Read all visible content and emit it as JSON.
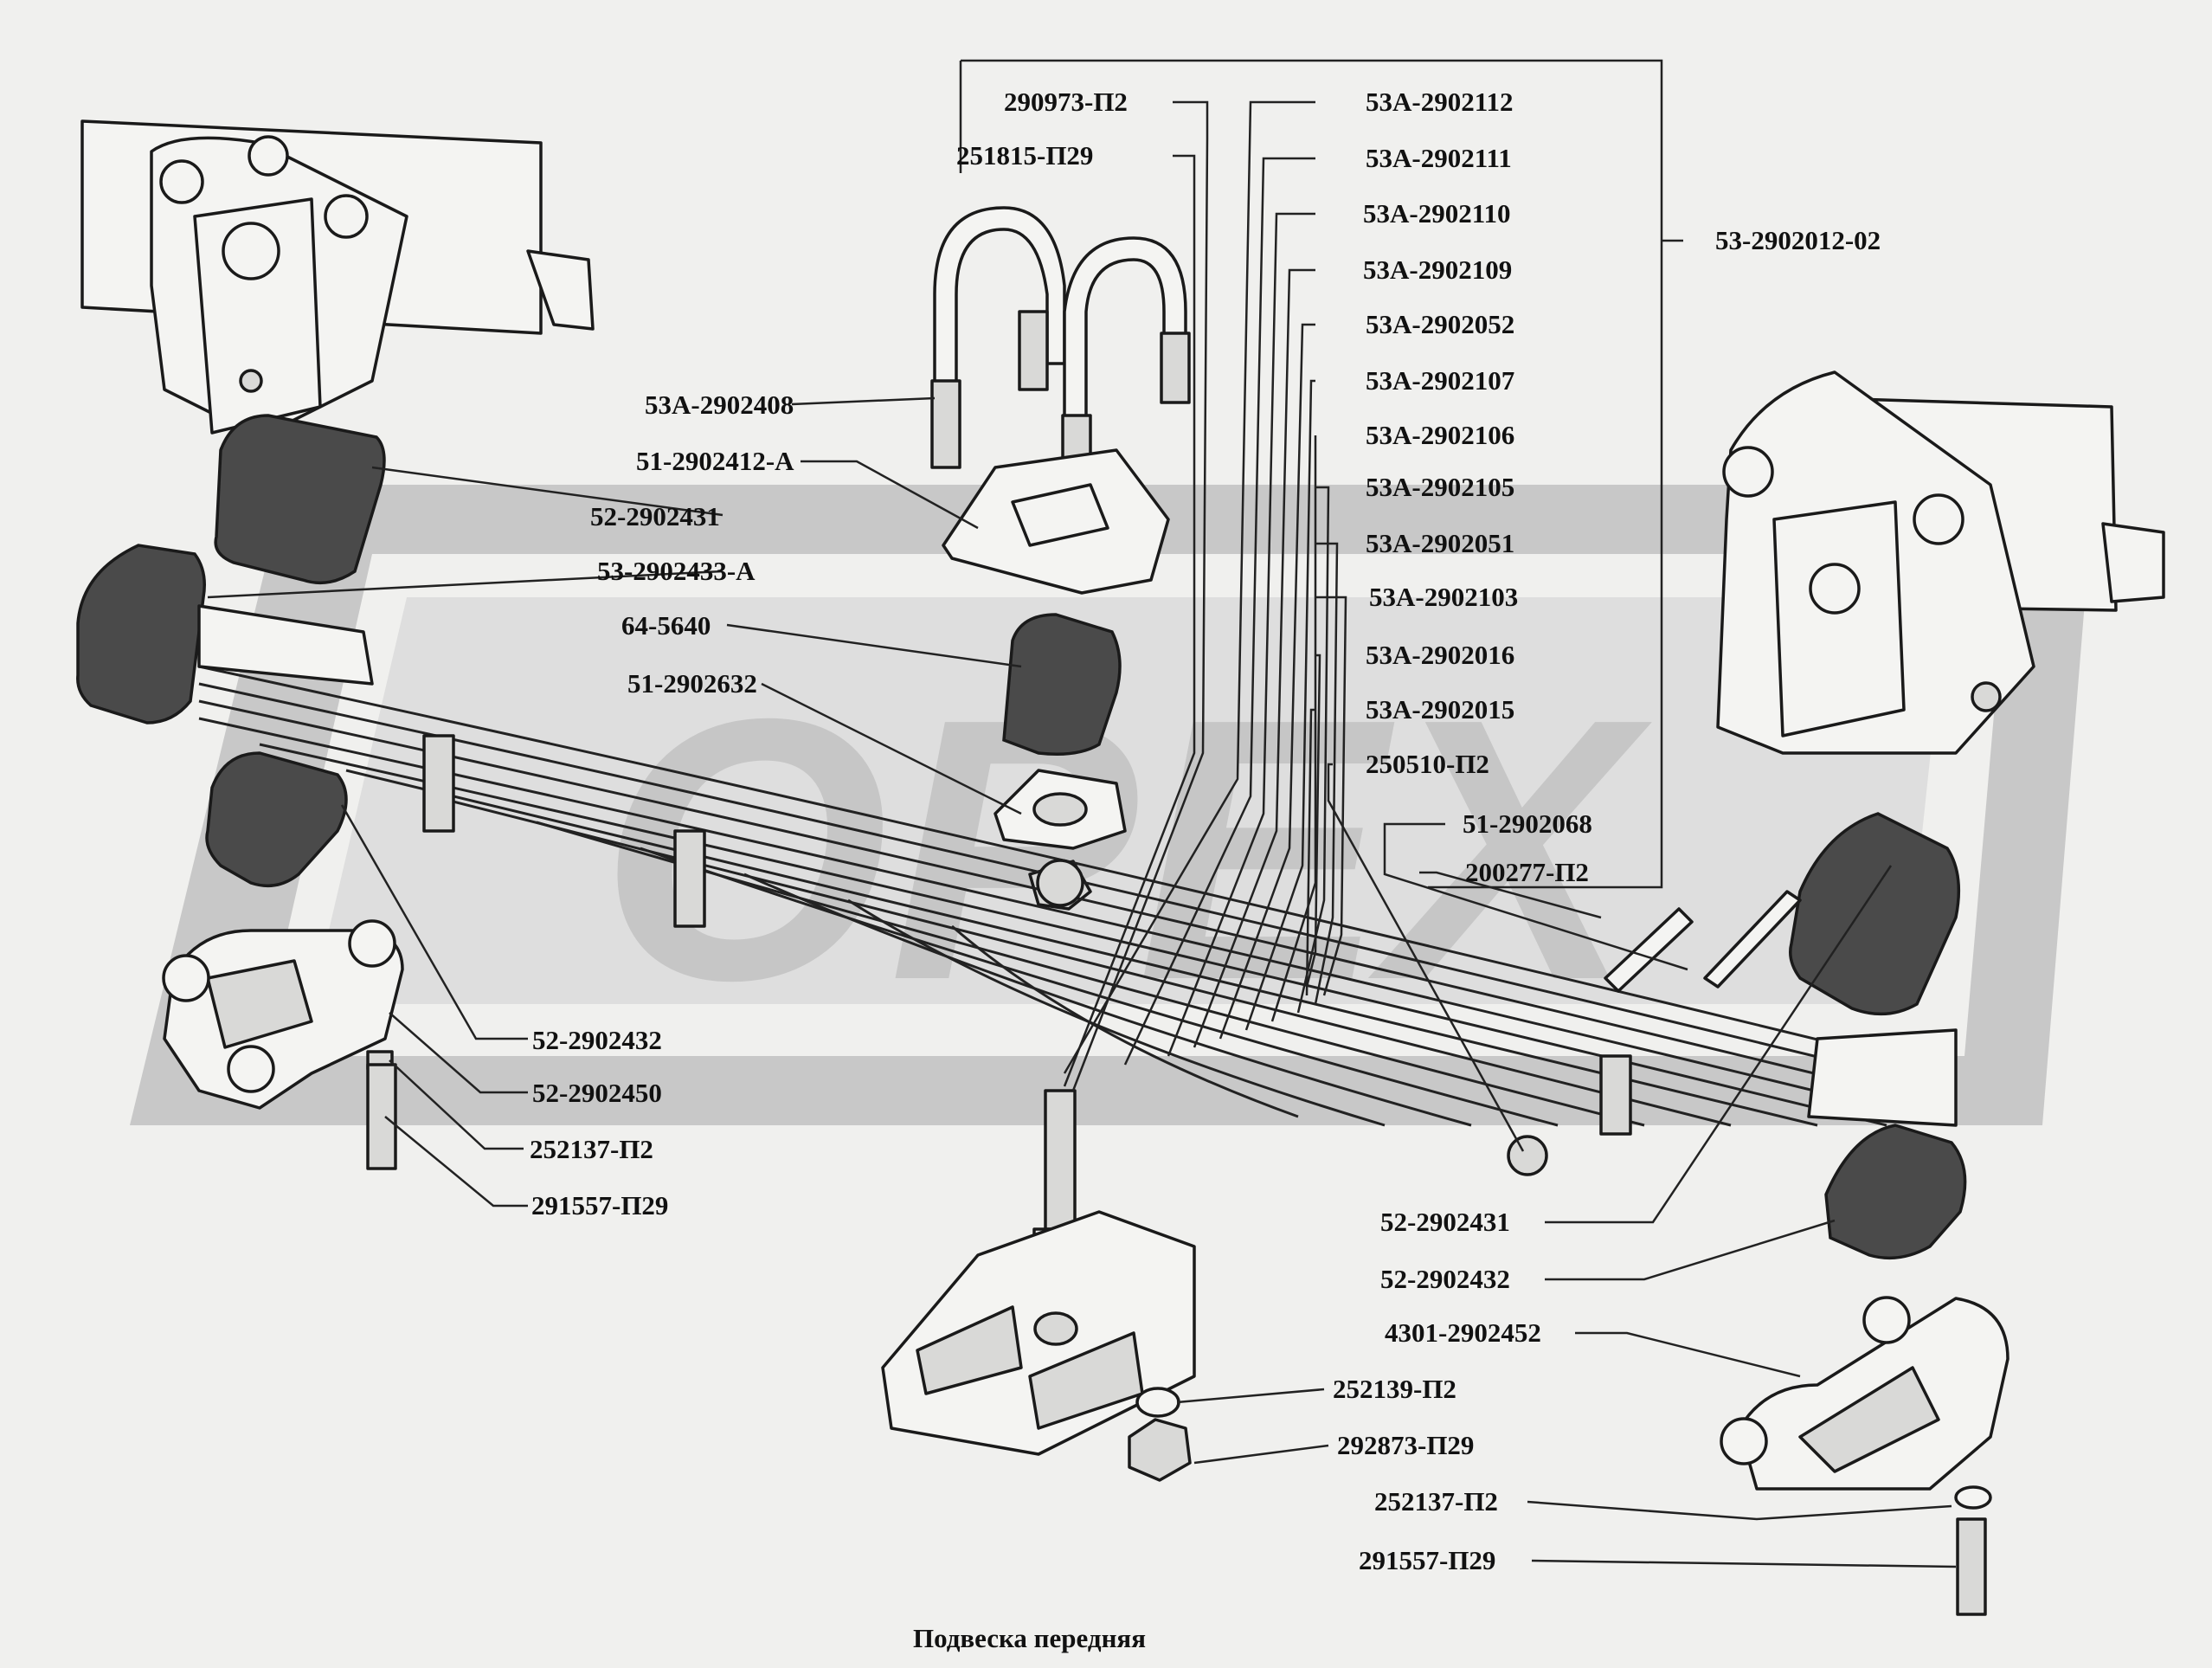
{
  "title": "Подвеска передняя",
  "watermark": "ОРЕХ",
  "colors": {
    "background": "#f0f0ee",
    "watermark": "#c6c6c6",
    "line": "#1a1a1a"
  },
  "callouts": [
    {
      "id": "c1",
      "text": "290973-П2"
    },
    {
      "id": "c2",
      "text": "251815-П29"
    },
    {
      "id": "c3",
      "text": "53А-2902112"
    },
    {
      "id": "c4",
      "text": "53А-2902111"
    },
    {
      "id": "c5",
      "text": "53А-2902110"
    },
    {
      "id": "c6",
      "text": "53А-2902109"
    },
    {
      "id": "c7",
      "text": "53А-2902052"
    },
    {
      "id": "c8",
      "text": "53А-2902107"
    },
    {
      "id": "c9",
      "text": "53А-2902106"
    },
    {
      "id": "c10",
      "text": "53А-2902105"
    },
    {
      "id": "c11",
      "text": "53А-2902051"
    },
    {
      "id": "c12",
      "text": "53А-2902103"
    },
    {
      "id": "c13",
      "text": "53А-2902016"
    },
    {
      "id": "c14",
      "text": "53А-2902015"
    },
    {
      "id": "c15",
      "text": "250510-П2"
    },
    {
      "id": "c16",
      "text": "51-2902068"
    },
    {
      "id": "c17",
      "text": "200277-П2"
    },
    {
      "id": "c18",
      "text": "53-2902012-02"
    },
    {
      "id": "c19",
      "text": "53А-2902408"
    },
    {
      "id": "c20",
      "text": "51-2902412-А"
    },
    {
      "id": "c21",
      "text": "52-2902431"
    },
    {
      "id": "c22",
      "text": "53-2902433-А"
    },
    {
      "id": "c23",
      "text": "64-5640"
    },
    {
      "id": "c24",
      "text": "51-2902632"
    },
    {
      "id": "c25",
      "text": "52-2902432"
    },
    {
      "id": "c26",
      "text": "52-2902450"
    },
    {
      "id": "c27",
      "text": "252137-П2"
    },
    {
      "id": "c28",
      "text": "291557-П29"
    },
    {
      "id": "c29",
      "text": "52-2902431"
    },
    {
      "id": "c30",
      "text": "52-2902432"
    },
    {
      "id": "c31",
      "text": "4301-2902452"
    },
    {
      "id": "c32",
      "text": "252139-П2"
    },
    {
      "id": "c33",
      "text": "292873-П29"
    },
    {
      "id": "c34",
      "text": "252137-П2"
    },
    {
      "id": "c35",
      "text": "291557-П29"
    }
  ]
}
